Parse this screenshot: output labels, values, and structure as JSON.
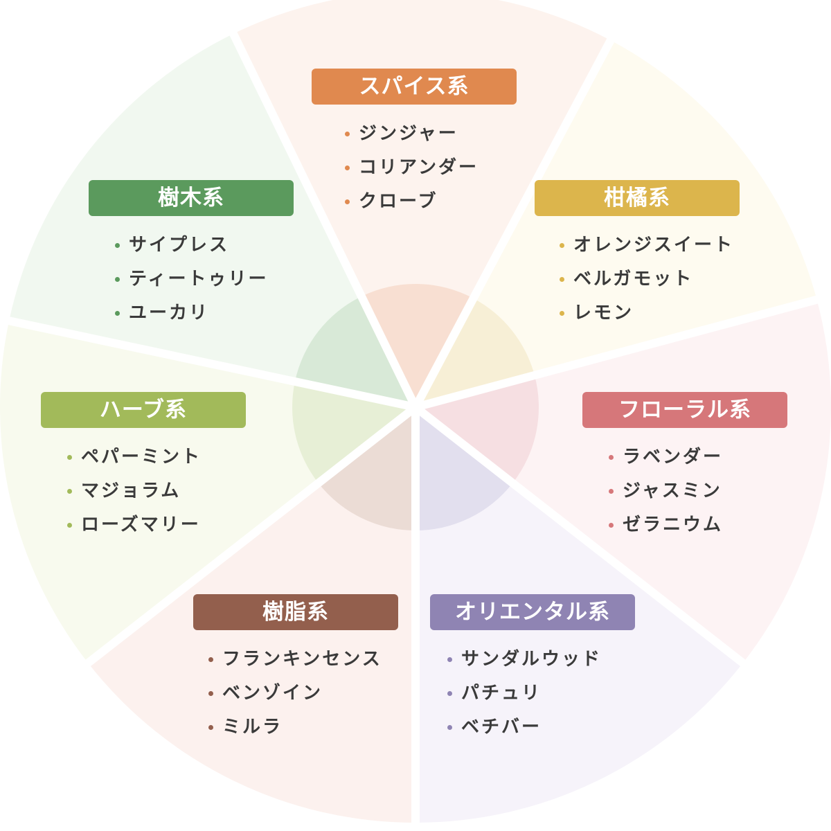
{
  "categories": [
    {
      "key": "spice",
      "label": "スパイス系",
      "color": "#e0894f",
      "sector_color": "#fdf3ee",
      "center_color": "#f8dfd2",
      "items": [
        "ジンジャー",
        "コリアンダー",
        "クローブ"
      ]
    },
    {
      "key": "citrus",
      "label": "柑橘系",
      "color": "#dcb54c",
      "sector_color": "#fefbf0",
      "center_color": "#f7efd6",
      "items": [
        "オレンジスイート",
        "ベルガモット",
        "レモン"
      ]
    },
    {
      "key": "floral",
      "label": "フローラル系",
      "color": "#d6777a",
      "sector_color": "#fdf3f4",
      "center_color": "#f6dfe2",
      "items": [
        "ラベンダー",
        "ジャスミン",
        "ゼラニウム"
      ]
    },
    {
      "key": "oriental",
      "label": "オリエンタル系",
      "color": "#8f84b3",
      "sector_color": "#f6f3fa",
      "center_color": "#e2dfee",
      "items": [
        "サンダルウッド",
        "パチュリ",
        "ベチバー"
      ]
    },
    {
      "key": "resin",
      "label": "樹脂系",
      "color": "#935f4d",
      "sector_color": "#fcf1ee",
      "center_color": "#ebdcd5",
      "items": [
        "フランキンセンス",
        "ベンゾイン",
        "ミルラ"
      ]
    },
    {
      "key": "herb",
      "label": "ハーブ系",
      "color": "#a2ba5a",
      "sector_color": "#f8faee",
      "center_color": "#e7efd6",
      "items": [
        "ペパーミント",
        "マジョラム",
        "ローズマリー"
      ]
    },
    {
      "key": "wood",
      "label": "樹木系",
      "color": "#5b9a5d",
      "sector_color": "#f1f8f0",
      "center_color": "#d8e9d7",
      "items": [
        "サイプレス",
        "ティートゥリー",
        "ユーカリ"
      ]
    }
  ]
}
